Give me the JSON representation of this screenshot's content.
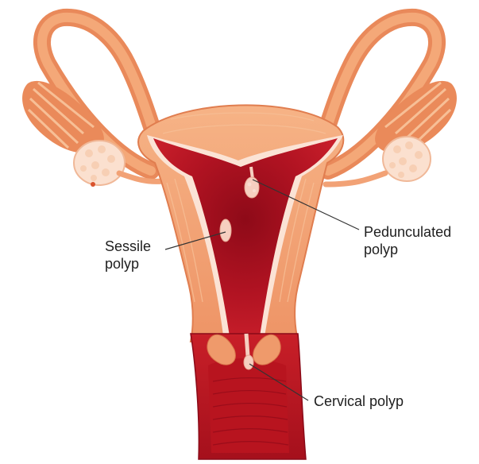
{
  "labels": {
    "sessile": {
      "line1": "Sessile",
      "line2": "polyp"
    },
    "pedunculated": {
      "line1": "Pedunculated",
      "line2": "polyp"
    },
    "cervical": {
      "line1": "Cervical polyp"
    }
  },
  "colors": {
    "tissue": "#f2a276",
    "tissue_light": "#f7bf96",
    "tissue_dark": "#d9744a",
    "cavity": "#b01020",
    "cavity_dark": "#8a0a18",
    "polyp": "#f6cfc0",
    "ovary": "#fbe0cf",
    "leader_line": "#333333",
    "text": "#1e1e1e"
  }
}
